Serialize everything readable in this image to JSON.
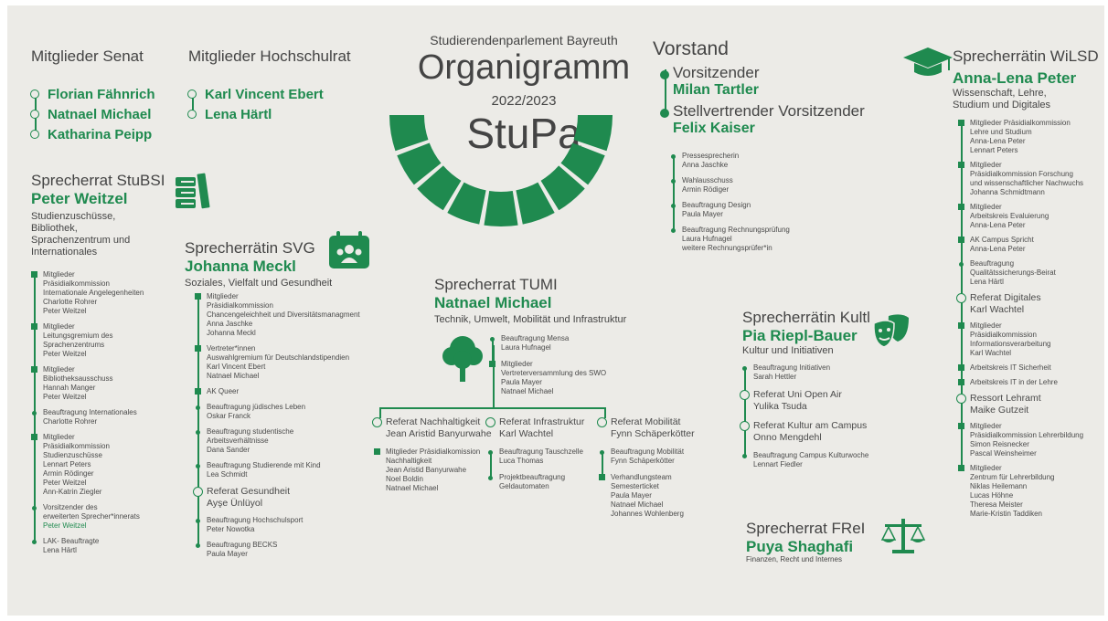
{
  "center": {
    "org": "Studierendenparlement Bayreuth",
    "title": "Organigramm",
    "year": "2022/2023",
    "abbr": "StuPa"
  },
  "colors": {
    "accent": "#1f8a4f",
    "background": "#ecebe7",
    "text": "#3c3c3c"
  },
  "senat": {
    "heading": "Mitglieder Senat",
    "members": [
      "Florian Fähnrich",
      "Natnael Michael",
      "Katharina Peipp"
    ]
  },
  "hochschulrat": {
    "heading": "Mitglieder Hochschulrat",
    "members": [
      "Karl Vincent Ebert",
      "Lena Härtl"
    ]
  },
  "vorstand": {
    "heading": "Vorstand",
    "chair_role": "Vorsitzender",
    "chair_name": "Milan Tartler",
    "vice_role": "Stellvertrender Vorsitzender",
    "vice_name": "Felix Kaiser",
    "items": [
      {
        "lines": [
          "Pressesprecherin",
          "Anna Jaschke"
        ]
      },
      {
        "lines": [
          "Wahlausschuss",
          "Armin Rödiger"
        ]
      },
      {
        "lines": [
          "Beauftragung Design",
          "Paula Mayer"
        ]
      },
      {
        "lines": [
          "Beauftragung Rechnungsprüfung",
          "Laura Hufnagel",
          "weitere Rechnungsprüfer*in"
        ]
      }
    ]
  },
  "stubsi": {
    "heading": "Sprecherrat StuBSI",
    "name": "Peter Weitzel",
    "desc": [
      "Studienzuschüsse,",
      "Bibliothek,",
      "Sprachenzentrum und",
      "Internationales"
    ],
    "icon": "books-icon",
    "items": [
      {
        "marker": "square",
        "lines": [
          "Mitglieder",
          "Präsidialkommission",
          "Internationale Angelegenheiten",
          "Charlotte Rohrer",
          "Peter Weitzel"
        ]
      },
      {
        "marker": "square",
        "lines": [
          "Mitglieder",
          "Leitungsgremium des",
          "Sprachenzentrums",
          "Peter Weitzel"
        ]
      },
      {
        "marker": "square",
        "lines": [
          "Mitglieder",
          "Bibliotheksausschuss",
          "Hannah Manger",
          "Peter Weitzel"
        ]
      },
      {
        "marker": "dot",
        "lines": [
          "Beauftragung Internationales",
          "Charlotte Rohrer"
        ]
      },
      {
        "marker": "square",
        "lines": [
          "Mitglieder",
          "Präsidialkommission",
          "Studienzuschüsse",
          "Lennart Peters",
          "Armin Rödinger",
          "Peter Weitzel",
          "Ann-Katrin Ziegler"
        ]
      },
      {
        "marker": "dot",
        "lines": [
          "Vorsitzender des",
          "erweiterten Sprecher*innerats",
          "Peter Weitzel"
        ],
        "highlight_last": true
      },
      {
        "marker": "dot",
        "lines": [
          "LAK- Beauftragte",
          "Lena Härtl"
        ]
      }
    ]
  },
  "svg": {
    "heading": "Sprecherrätin SVG",
    "name": "Johanna Meckl",
    "desc": [
      "Soziales, Vielfalt und Gesundheit"
    ],
    "icon": "calendar-people-icon",
    "items": [
      {
        "marker": "square",
        "lines": [
          "Mitglieder",
          "Präsidialkommission",
          "Chancengeleichheit und Diversitätsmanagment",
          "Anna Jaschke",
          "Johanna Meckl"
        ]
      },
      {
        "marker": "square",
        "lines": [
          "Vertreter*innen",
          "Auswahlgremium für Deutschlandstipendien",
          "Karl Vincent Ebert",
          "Natnael Michael"
        ]
      },
      {
        "marker": "square",
        "lines": [
          "AK Queer"
        ]
      },
      {
        "marker": "dot",
        "lines": [
          "Beauftragung jüdisches Leben",
          "Oskar Franck"
        ]
      },
      {
        "marker": "dot",
        "lines": [
          "Beauftragung studentische",
          "Arbeitsverhältnisse",
          "Dana Sander"
        ]
      },
      {
        "marker": "dot",
        "lines": [
          "Beauftragung Studierende mit Kind",
          "Lea Schmidt"
        ]
      },
      {
        "marker": "ring",
        "big": true,
        "lines": [
          "Referat Gesundheit",
          "Ayşe Ünlüyol"
        ]
      },
      {
        "marker": "dot",
        "lines": [
          "Beauftragung Hochschulsport",
          "Peter Nowotka"
        ]
      },
      {
        "marker": "dot",
        "lines": [
          "Beauftragung BECKS",
          "Paula Mayer"
        ]
      }
    ]
  },
  "tumi": {
    "heading": "Sprecherrat TUMI",
    "name": "Natnael Michael",
    "desc": [
      "Technik, Umwelt, Mobilität und Infrastruktur"
    ],
    "icon": "tree-icon",
    "items": [
      {
        "marker": "dot",
        "lines": [
          "Beauftragung Mensa",
          "Laura Hufnagel"
        ]
      },
      {
        "marker": "square",
        "lines": [
          "Mitglieder",
          "Vertreterversammlung des SWO",
          "Paula Mayer",
          "Natnael Michael"
        ]
      }
    ],
    "referate": [
      {
        "title": "Referat Nachhaltigkeit",
        "person": "Jean Aristid Banyurwahe",
        "items": [
          {
            "marker": "square",
            "lines": [
              "Mitglieder Präsidialkomission",
              "Nachhaltigkeit",
              "Jean Aristid Banyurwahe",
              "Noel Boldin",
              "Natnael Michael"
            ]
          }
        ]
      },
      {
        "title": "Referat Infrastruktur",
        "person": "Karl Wachtel",
        "items": [
          {
            "marker": "dot",
            "lines": [
              "Beauftragung Tauschzelle",
              "Luca Thomas"
            ]
          },
          {
            "marker": "dot",
            "lines": [
              "Projektbeauftragung",
              "Geldautomaten"
            ]
          }
        ]
      },
      {
        "title": "Referat Mobilität",
        "person": "Fynn Schäperkötter",
        "items": [
          {
            "marker": "dot",
            "lines": [
              "Beauftragung Mobilität",
              "Fynn Schäperkötter"
            ]
          },
          {
            "marker": "square",
            "lines": [
              "Verhandlungsteam",
              "Semesterticket",
              "Paula Mayer",
              "Natnael Michael",
              "Johannes Wohlenberg"
            ]
          }
        ]
      }
    ]
  },
  "kultl": {
    "heading": "Sprecherrätin Kultl",
    "name": "Pia Riepl-Bauer",
    "desc": [
      "Kultur und Initiativen"
    ],
    "icon": "theater-masks-icon",
    "items": [
      {
        "marker": "dot",
        "lines": [
          "Beauftragung Initiativen",
          "Sarah Hettler"
        ]
      },
      {
        "marker": "ring",
        "big": true,
        "lines": [
          "Referat Uni Open Air",
          "Yulika Tsuda"
        ]
      },
      {
        "marker": "ring",
        "big": true,
        "lines": [
          "Referat Kultur am Campus",
          "Onno Mengdehl"
        ]
      },
      {
        "marker": "dot",
        "lines": [
          "Beauftragung Campus Kulturwoche",
          "Lennart Fiedler"
        ]
      }
    ]
  },
  "frei": {
    "heading": "Sprecherrat FReI",
    "name": "Puya Shaghafi",
    "desc": [
      "Finanzen, Recht und Internes"
    ],
    "icon": "scales-icon"
  },
  "wilsd": {
    "heading": "Sprecherrätin WiLSD",
    "name": "Anna-Lena Peter",
    "desc": [
      "Wissenschaft, Lehre,",
      "Studium und Digitales"
    ],
    "icon": "graduation-cap-icon",
    "items": [
      {
        "marker": "square",
        "lines": [
          "Mitglieder Präsidialkommission",
          "Lehre und Studium",
          "Anna-Lena Peter",
          "Lennart Peters"
        ]
      },
      {
        "marker": "square",
        "lines": [
          "Mitglieder",
          "Präsidialkommission Forschung",
          "und wissenschaftlicher Nachwuchs",
          "Johanna Schmidtmann"
        ]
      },
      {
        "marker": "square",
        "lines": [
          "Mitglieder",
          "Arbeitskreis Evaluierung",
          "Anna-Lena Peter"
        ]
      },
      {
        "marker": "square",
        "lines": [
          "AK Campus Spricht",
          "Anna-Lena Peter"
        ]
      },
      {
        "marker": "dot",
        "lines": [
          "Beauftragung",
          "Qualitätssicherungs-Beirat",
          "Lena Härtl"
        ]
      },
      {
        "marker": "ring",
        "big": true,
        "lines": [
          "Referat Digitales",
          "Karl Wachtel"
        ]
      },
      {
        "marker": "square",
        "lines": [
          "Mitglieder",
          "Präsidialkommission",
          "Informationsverarbeitung",
          "Karl Wachtel"
        ]
      },
      {
        "marker": "square",
        "lines": [
          "Arbeitskreis IT Sicherheit"
        ]
      },
      {
        "marker": "square",
        "lines": [
          "Arbeitskreis IT in der Lehre"
        ]
      },
      {
        "marker": "ring",
        "big": true,
        "lines": [
          "Ressort Lehramt",
          "Maike Gutzeit"
        ]
      },
      {
        "marker": "square",
        "lines": [
          "Mitglieder",
          "Präsidialkommission Lehrerbildung",
          "Simon Reisnecker",
          "Pascal Weinsheimer"
        ]
      },
      {
        "marker": "square",
        "lines": [
          "Mitglieder",
          "Zentrum für Lehrerbildung",
          "Niklas Heilemann",
          "Lucas Höhne",
          "Theresa Meister",
          "Marie-Kristin Taddiken"
        ]
      }
    ]
  }
}
